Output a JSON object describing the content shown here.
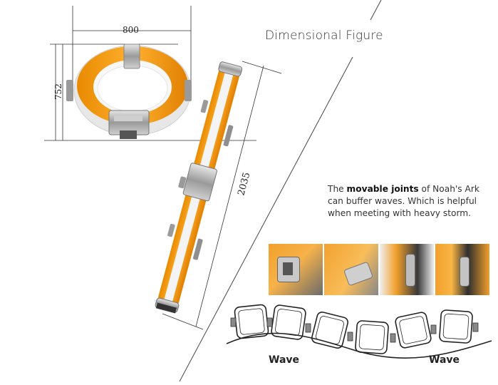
{
  "figure": {
    "title": "Dimensional Figure",
    "dimensions": {
      "width": "800",
      "height": "752",
      "length": "2035"
    }
  },
  "description": {
    "pre": "The ",
    "bold": "movable joints",
    "post": " of Noah's Ark can buffer waves. Which is helpful when meeting with heavy storm."
  },
  "wave_labels": {
    "left": "Wave",
    "right": "Wave"
  },
  "colors": {
    "accent": "#f5a623",
    "body": "#f0f0f0",
    "metal": "#b8b8b8",
    "dark": "#333333"
  },
  "photos": [
    "joint-closeup-1",
    "joint-closeup-2",
    "joint-closeup-3",
    "joint-closeup-4"
  ]
}
